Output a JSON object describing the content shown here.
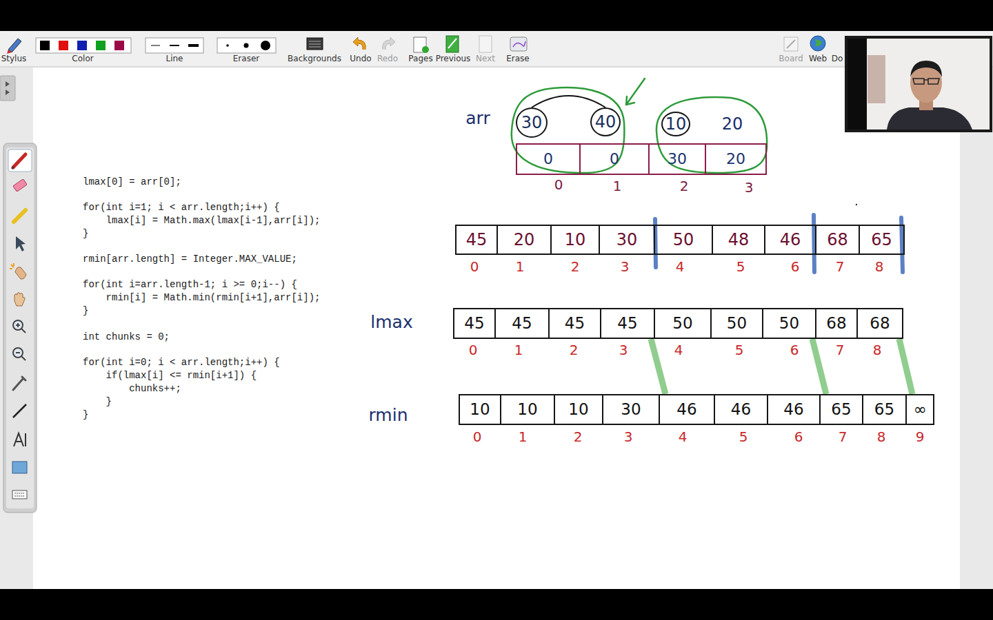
{
  "diagram": {
    "nodes": [
      {
        "text": [
          "30"
        ]
      },
      {
        "text": [
          "40"
        ]
      },
      {
        "text": [
          "10"
        ]
      },
      {
        "text": [
          "0"
        ]
      },
      {
        "text": [
          "0"
        ]
      },
      {
        "text": [
          "30"
        ]
      },
      {
        "text": [
          "20"
        ]
      },
      {
        "text": [
          "45"
        ]
      },
      {
        "text": [
          "20"
        ]
      },
      {
        "text": [
          "10"
        ]
      },
      {
        "text": [
          "30"
        ]
      },
      {
        "text": [
          "50"
        ]
      },
      {
        "text": [
          "48"
        ]
      },
      {
        "text": [
          "46"
        ]
      },
      {
        "text": [
          "68"
        ]
      },
      {
        "text": [
          "65"
        ]
      },
      {
        "text": [
          "45"
        ]
      },
      {
        "text": [
          "45"
        ]
      },
      {
        "text": [
          "45"
        ]
      },
      {
        "text": [
          "45"
        ]
      },
      {
        "text": [
          "50"
        ]
      },
      {
        "text": [
          "50"
        ]
      },
      {
        "text": [
          "50"
        ]
      },
      {
        "text": [
          "68"
        ]
      },
      {
        "text": [
          "68"
        ]
      },
      {
        "text": [
          "10"
        ]
      },
      {
        "text": [
          "10"
        ]
      },
      {
        "text": [
          "10"
        ]
      },
      {
        "text": [
          "30"
        ]
      },
      {
        "text": [
          "46"
        ]
      },
      {
        "text": [
          "46"
        ]
      },
      {
        "text": [
          "46"
        ]
      },
      {
        "text": [
          "65"
        ]
      },
      {
        "text": [
          "65"
        ]
      },
      {
        "text": [
          "∞"
        ]
      }
    ],
    "edges": [
      {
        "from": 0,
        "to": 1,
        "arrow": "none"
      },
      {
        "from": 19,
        "to": 29,
        "arrow": "none"
      },
      {
        "from": 22,
        "to": 32,
        "arrow": "none"
      },
      {
        "from": 24,
        "to": 34,
        "arrow": "none"
      }
    ],
    "labels": [
      "Stylus",
      "Color",
      "Line",
      "Eraser",
      "Backgrounds",
      "Undo",
      "Redo",
      "Pages",
      "Previous",
      "Next",
      "Erase",
      "Board",
      "Web",
      "Do",
      "arr",
      "20",
      "0",
      "1",
      "2",
      "3",
      "lmax[0] = arr[0];",
      "for(int i=1; i < arr.length;i++) {",
      "    lmax[i] = Math.max(lmax[i-1],arr[i]);",
      "}",
      "rmin[arr.length] = Integer.MAX_VALUE;",
      "for(int i=arr.length-1; i >= 0;i--) {",
      "    rmin[i] = Math.min(rmin[i+1],arr[i]);",
      "}",
      "int chunks = 0;",
      "for(int i=0; i < arr.length;i++) {",
      "    if(lmax[i] <= rmin[i+1]) {",
      "        chunks++;",
      "    }",
      "}",
      "0",
      "1",
      "2",
      "3",
      "4",
      "5",
      "6",
      "7",
      "8",
      "lmax",
      "0",
      "1",
      "2",
      "3",
      "4",
      "5",
      "6",
      "7",
      "8",
      "rmin",
      "0",
      "1",
      "2",
      "3",
      "4",
      "5",
      "6",
      "7",
      "8",
      "9"
    ]
  }
}
